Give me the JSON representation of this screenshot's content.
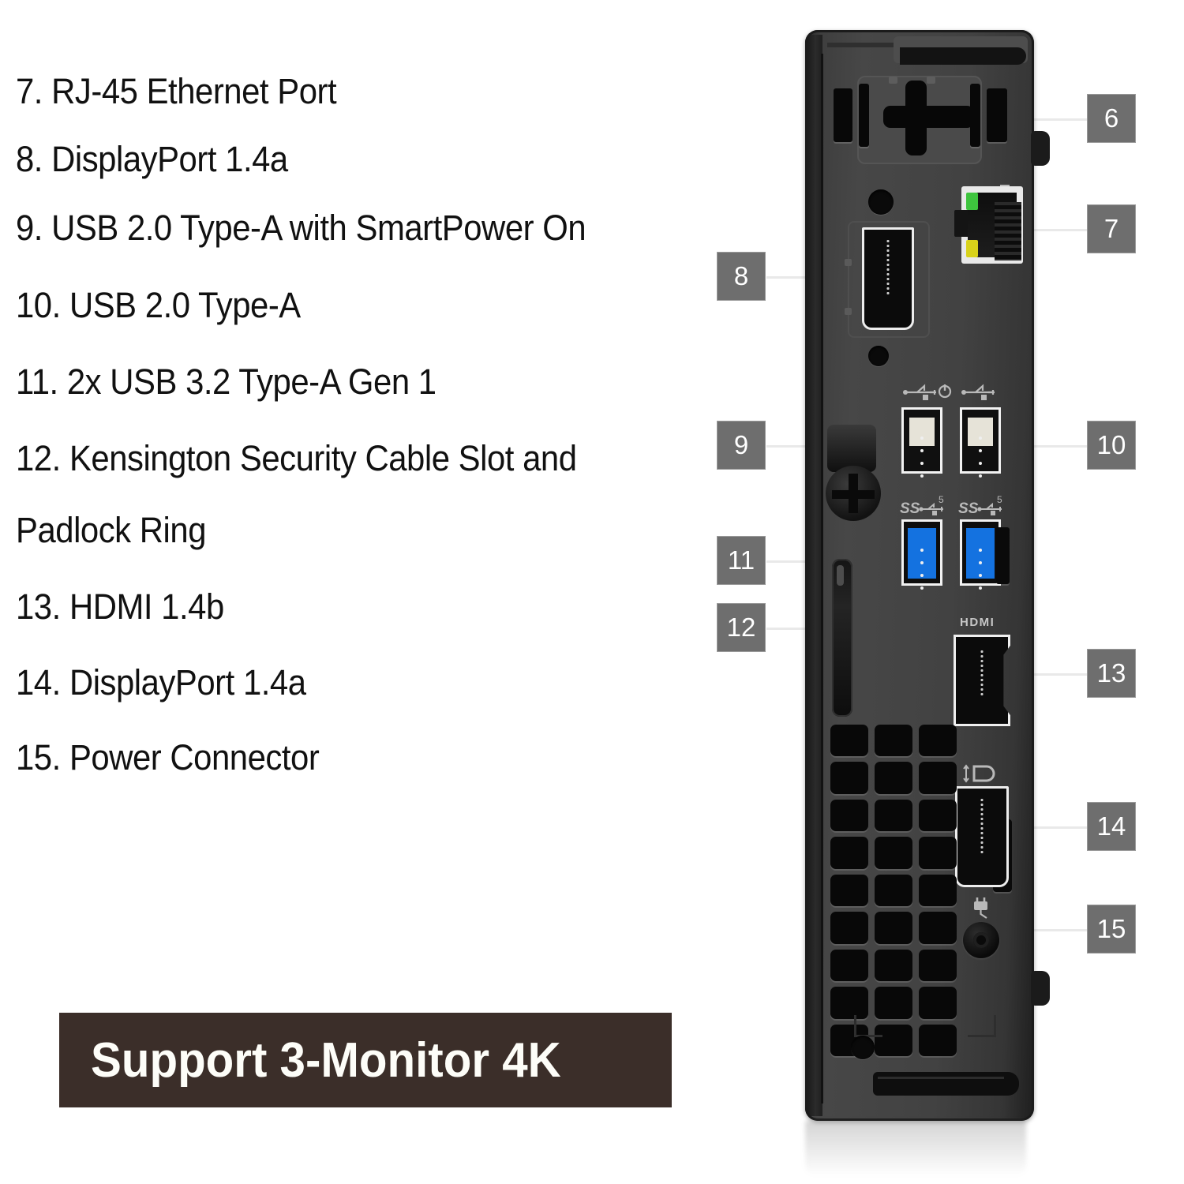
{
  "features": [
    {
      "num": "7.",
      "label": "RJ-45 Ethernet Port"
    },
    {
      "num": "8.",
      "label": "DisplayPort 1.4a"
    },
    {
      "num": "9.",
      "label": "USB 2.0 Type-A with SmartPower On"
    },
    {
      "num": "10.",
      "label": "USB 2.0 Type-A"
    },
    {
      "num": "11.",
      "label": "2x USB 3.2 Type-A Gen 1"
    },
    {
      "num": "12.",
      "label": "Kensington Security Cable Slot and"
    },
    {
      "num": "",
      "label": "Padlock Ring"
    },
    {
      "num": "13.",
      "label": "HDMI 1.4b"
    },
    {
      "num": "14.",
      "label": "DisplayPort 1.4a"
    },
    {
      "num": "15.",
      "label": "Power Connector"
    }
  ],
  "feature_lines": [
    "7. RJ-45 Ethernet Port",
    "8. DisplayPort 1.4a",
    "9. USB 2.0 Type-A with SmartPower On",
    "10. USB 2.0 Type-A",
    "11. 2x USB 3.2 Type-A Gen 1",
    "12. Kensington Security Cable Slot and",
    "Padlock Ring",
    "13. HDMI 1.4b",
    "14. DisplayPort 1.4a",
    "15. Power Connector"
  ],
  "banner": {
    "text": "Support 3-Monitor 4K",
    "background_color": "#3b2e29",
    "text_color": "#fdfdf8"
  },
  "callouts": [
    {
      "number": "6",
      "target": "vesa-cross-cutout"
    },
    {
      "number": "7",
      "target": "rj45-ethernet-port"
    },
    {
      "number": "8",
      "target": "displayport-top"
    },
    {
      "number": "9",
      "target": "usb2-smartpower-port"
    },
    {
      "number": "10",
      "target": "usb2-port"
    },
    {
      "number": "11",
      "target": "usb3-gen1-ports"
    },
    {
      "number": "12",
      "target": "kensington-slot"
    },
    {
      "number": "13",
      "target": "hdmi-port"
    },
    {
      "number": "14",
      "target": "displayport-bottom"
    },
    {
      "number": "15",
      "target": "power-connector"
    }
  ],
  "callout_style": {
    "background_color": "#6e6e6e",
    "text_color": "#ffffff",
    "border_color": "#9a9a9a"
  },
  "device": {
    "name": "micro-desktop-rear-panel",
    "body_color": "#434343",
    "port_labels": {
      "hdmi": "HDMI",
      "usb_superspeed_gen": "5",
      "usb_superspeed_prefix": "SS"
    },
    "led_colors": {
      "link": "#3ec43e",
      "activity": "#d8d21a"
    },
    "usb3_port_color": "#1472e0"
  }
}
